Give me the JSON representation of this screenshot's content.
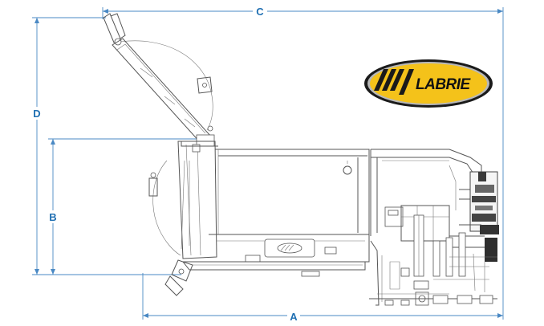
{
  "dimensions": {
    "a": {
      "label": "A"
    },
    "b": {
      "label": "B"
    },
    "c": {
      "label": "C"
    },
    "d": {
      "label": "D"
    }
  },
  "logo": {
    "brand": "LABRIE",
    "colors": {
      "yellow": "#f4c21a",
      "dark": "#1a1a1a",
      "silver": "#b8b8b8"
    }
  },
  "drawing": {
    "accent_color": "#1f6fb2",
    "line_color": "#555555"
  }
}
